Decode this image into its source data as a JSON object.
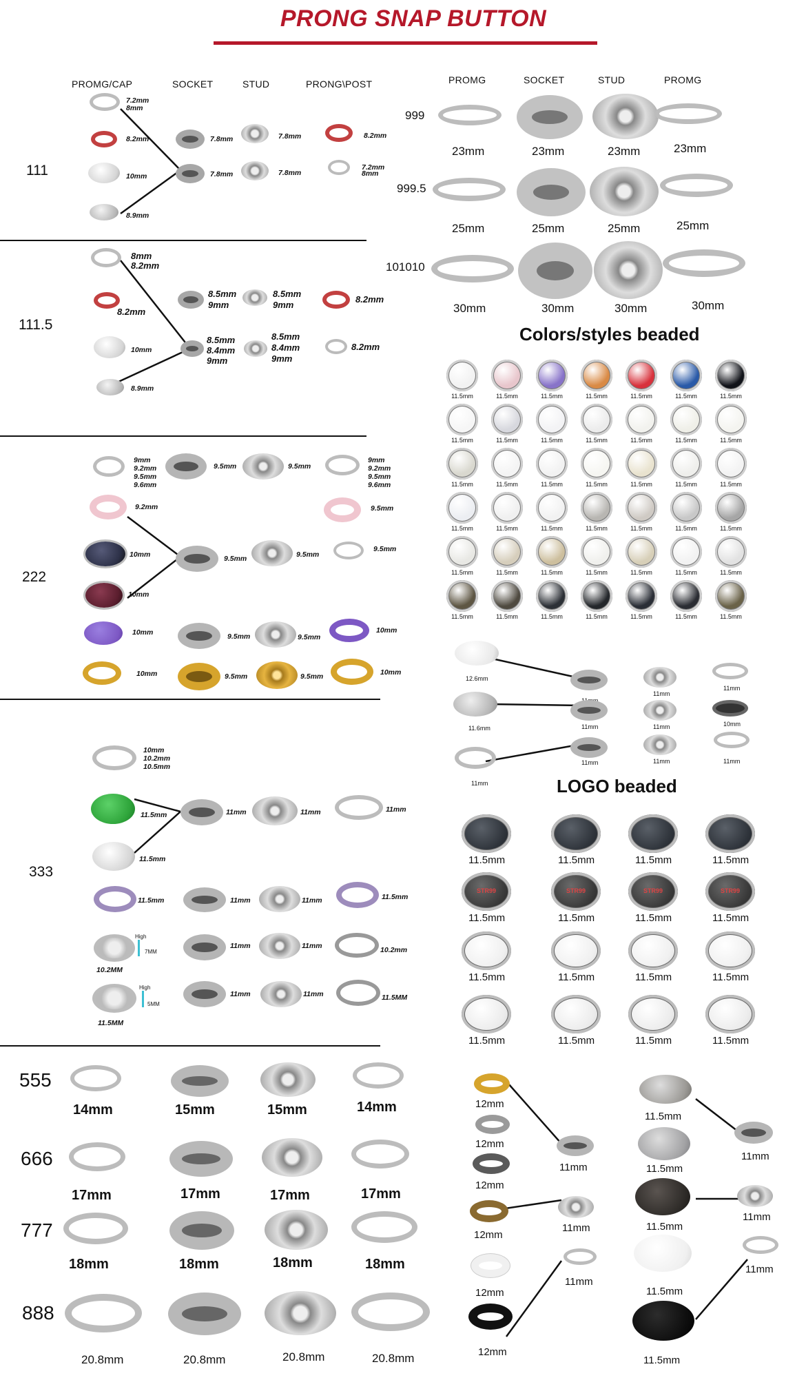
{
  "title": "PRONG SNAP BUTTON",
  "colors": {
    "accent": "#b5182a",
    "nickel": "#c9c9c9",
    "red": "#c24040",
    "pink": "#f0c6cf",
    "purple": "#7d58c4",
    "navy": "#2d3148",
    "burgundy": "#5b1e2e",
    "green": "#2fa53b",
    "gold": "#d6a42c",
    "teal": "#3cc0d3"
  },
  "left": {
    "headers": [
      "PROMG/CAP",
      "SOCKET",
      "STUD",
      "PRONG\\POST"
    ],
    "s111": {
      "code": "111",
      "cap": [
        "7.2mm",
        "8mm",
        "8.2mm",
        "10mm",
        "8.9mm"
      ],
      "socket": [
        "7.8mm",
        "7.8mm"
      ],
      "stud": [
        "7.8mm",
        "7.8mm"
      ],
      "post": [
        "8.2mm",
        "7.2mm",
        "8mm"
      ]
    },
    "s1115": {
      "code": "111.5",
      "cap": [
        "8mm",
        "8.2mm",
        "8.2mm",
        "10mm",
        "8.9mm"
      ],
      "socket": [
        "8.5mm",
        "9mm",
        "8.5mm",
        "8.4mm",
        "9mm"
      ],
      "stud": [
        "8.5mm",
        "9mm",
        "8.5mm",
        "8.4mm",
        "9mm"
      ],
      "post": [
        "8.2mm",
        "8.2mm"
      ]
    },
    "s222": {
      "code": "222",
      "cap": [
        "9mm",
        "9.2mm",
        "9.5mm",
        "9.6mm",
        "9.2mm",
        "10mm",
        "10mm",
        "10mm",
        "10mm"
      ],
      "socket": [
        "9.5mm",
        "9.5mm",
        "9.5mm",
        "9.5mm"
      ],
      "stud": [
        "9.5mm",
        "9.5mm",
        "9.5mm",
        "9.5mm"
      ],
      "post": [
        "9mm",
        "9.2mm",
        "9.5mm",
        "9.6mm",
        "9.5mm",
        "9.5mm",
        "10mm",
        "10mm"
      ]
    },
    "s333": {
      "code": "333",
      "cap": [
        "10mm",
        "10.2mm",
        "10.5mm",
        "11.5mm",
        "11.5mm",
        "11.5mm",
        "10.2MM",
        "11.5MM"
      ],
      "high": "High",
      "h1": "7MM",
      "h2": "5MM",
      "socket": [
        "11mm",
        "11mm",
        "11mm",
        "11mm"
      ],
      "stud": [
        "11mm",
        "11mm",
        "11mm",
        "11mm"
      ],
      "post": [
        "11mm",
        "11.5mm",
        "10.2mm",
        "11.5MM"
      ]
    },
    "big": [
      {
        "code": "555",
        "sizes": [
          "14mm",
          "15mm",
          "15mm",
          "14mm"
        ]
      },
      {
        "code": "666",
        "sizes": [
          "17mm",
          "17mm",
          "17mm",
          "17mm"
        ]
      },
      {
        "code": "777",
        "sizes": [
          "18mm",
          "18mm",
          "18mm",
          "18mm"
        ]
      },
      {
        "code": "888",
        "sizes": [
          "20.8mm",
          "20.8mm",
          "20.8mm",
          "20.8mm"
        ]
      }
    ]
  },
  "right": {
    "headers": [
      "PROMG",
      "SOCKET",
      "STUD",
      "PROMG"
    ],
    "rows": [
      {
        "code": "999",
        "sizes": [
          "23mm",
          "23mm",
          "23mm",
          "23mm"
        ]
      },
      {
        "code": "999.5",
        "sizes": [
          "25mm",
          "25mm",
          "25mm",
          "25mm"
        ]
      },
      {
        "code": "101010",
        "sizes": [
          "30mm",
          "30mm",
          "30mm",
          "30mm"
        ]
      }
    ],
    "beaded_title": "Colors/styles beaded",
    "bead_size": "11.5mm",
    "bead_colors": [
      [
        "#f2f2f2",
        "#e8c6cc",
        "#8873c9",
        "#d98a45",
        "#d8323c",
        "#2a5aa8",
        "#111319"
      ],
      [
        "#f6f6f6",
        "#d7d8de",
        "#f3f3f5",
        "#ececec",
        "#f2f2ee",
        "#efefe8",
        "#f4f4f0"
      ],
      [
        "#d9d8cf",
        "#f4f4f4",
        "#f2f2f2",
        "#f6f6f2",
        "#e9e3cf",
        "#efefec",
        "#f3f3f3"
      ],
      [
        "#eceef2",
        "#f0f0f0",
        "#f2f2f2",
        "#b8b6b2",
        "#cfcac4",
        "#c8c8c8",
        "#a6a6a6"
      ],
      [
        "#e8e8e4",
        "#d6cebc",
        "#cdbf9e",
        "#f0f0ed",
        "#d7cfb8",
        "#f2f2f2",
        "#e2e2e2"
      ],
      [
        "#5e5643",
        "#4f4a40",
        "#2c3036",
        "#24272b",
        "#2a2e36",
        "#2b2d33",
        "#6a6248"
      ]
    ],
    "combo": {
      "caps": [
        "12.6mm",
        "11.6mm",
        "11mm"
      ],
      "mid": [
        "11mm",
        "11mm",
        "11mm"
      ],
      "studs": [
        "11mm",
        "11mm",
        "11mm"
      ],
      "posts": [
        "11mm",
        "10mm",
        "11mm"
      ]
    },
    "logo_title": "LOGO beaded",
    "logo_rows": [
      {
        "sizes": [
          "11.5mm",
          "11.5mm",
          "11.5mm",
          "11.5mm"
        ],
        "text": [
          "",
          "",
          "",
          ""
        ]
      },
      {
        "sizes": [
          "11.5mm",
          "11.5mm",
          "11.5mm",
          "11.5mm"
        ],
        "text": [
          "STR99",
          "STR99",
          "STR99",
          "STR99"
        ]
      },
      {
        "sizes": [
          "11.5mm",
          "11.5mm",
          "11.5mm",
          "11.5mm"
        ],
        "text": [
          "",
          "",
          "",
          ""
        ]
      },
      {
        "sizes": [
          "11.5mm",
          "11.5mm",
          "11.5mm",
          "11.5mm"
        ],
        "text": [
          "",
          "",
          "",
          ""
        ]
      }
    ],
    "bottom_left": [
      "12mm",
      "12mm",
      "12mm",
      "12mm",
      "12mm",
      "12mm",
      "11mm",
      "11mm",
      "11mm"
    ],
    "bottom_right": [
      "11.5mm",
      "11.5mm",
      "11.5mm",
      "11.5mm",
      "11.5mm",
      "11mm",
      "11mm",
      "11mm"
    ]
  }
}
